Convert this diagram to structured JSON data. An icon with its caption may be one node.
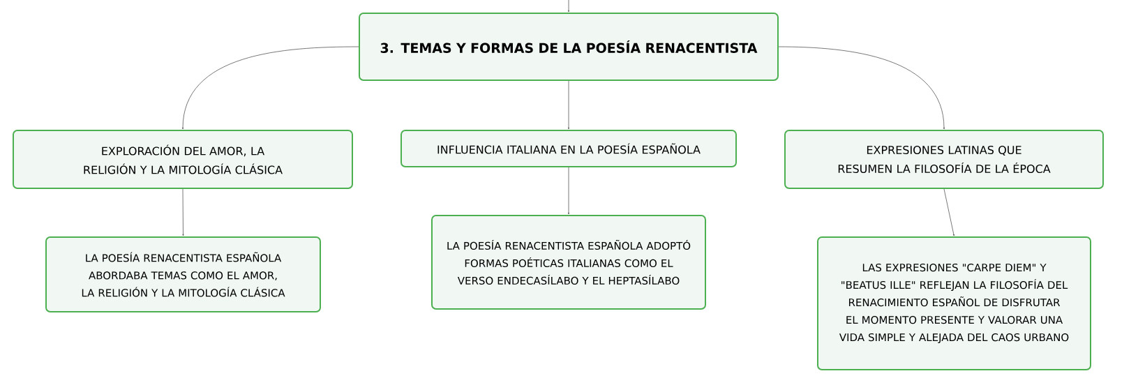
{
  "diagram": {
    "nodes": [
      {
        "text": [
          "3. TEMAS Y FORMAS DE LA POESÍA RENACENTISTA"
        ]
      },
      {
        "text": [
          "EXPLORACIÓN DEL AMOR, LA RELIGIÓN Y LA MITOLOGÍA CLÁSICA"
        ]
      },
      {
        "text": [
          "INFLUENCIA ITALIANA EN LA POESÍA ESPAÑOLA"
        ]
      },
      {
        "text": [
          "EXPRESIONES LATINAS QUE RESUMEN LA FILOSOFÍA DE LA ÉPOCA"
        ]
      },
      {
        "text": [
          "LA POESÍA RENACENTISTA ESPAÑOLA ABORDABA TEMAS COMO EL AMOR, LA RELIGIÓN Y LA MITOLOGÍA CLÁSICA"
        ]
      },
      {
        "text": [
          "LA POESÍA RENACENTISTA ESPAÑOLA ADOPTÓ FORMAS POÉTICAS ITALIANAS COMO EL VERSO ENDECASÍLABO Y EL HEPTASÍLABO"
        ]
      },
      {
        "text": [
          "LAS EXPRESIONES \"CARPE DIEM\" Y \"BEATUS ILLE\" REFLEJAN LA FILOSOFÍA DEL RENACIMIENTO ESPAÑOL DE DISFRUTAR EL MOMENTO PRESENTE Y VALORAR UNA VIDA SIMPLE Y ALEJADA DEL CAOS URBANO"
        ]
      }
    ],
    "edges": [
      {
        "from": null,
        "to": 0,
        "arrow": "to"
      },
      {
        "from": 0,
        "to": 1,
        "arrow": "to"
      },
      {
        "from": 0,
        "to": 2,
        "arrow": "to"
      },
      {
        "from": 0,
        "to": 3,
        "arrow": "to"
      },
      {
        "from": 1,
        "to": 4,
        "arrow": "to"
      },
      {
        "from": 2,
        "to": 5,
        "arrow": "to"
      },
      {
        "from": 3,
        "to": 6,
        "arrow": "to"
      }
    ]
  }
}
